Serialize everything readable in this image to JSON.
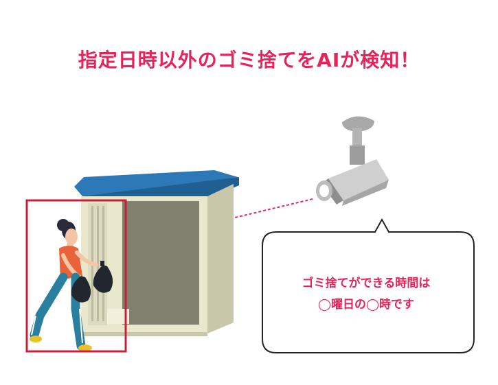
{
  "headline": "指定日時以外のゴミ捨てをAIが検知！",
  "speech_bubble": {
    "line1": "ゴミ捨てができる時間は",
    "line2": "◯曜日の◯時です"
  },
  "icons": [
    "security-camera-icon",
    "garbage-shed-icon",
    "person-with-trash-bags-icon"
  ],
  "colors": {
    "accent": "#e5245a",
    "shed_roof": "#2d78b6",
    "shed_body": "#e9e7cc",
    "detection_box": "#c8203a"
  }
}
